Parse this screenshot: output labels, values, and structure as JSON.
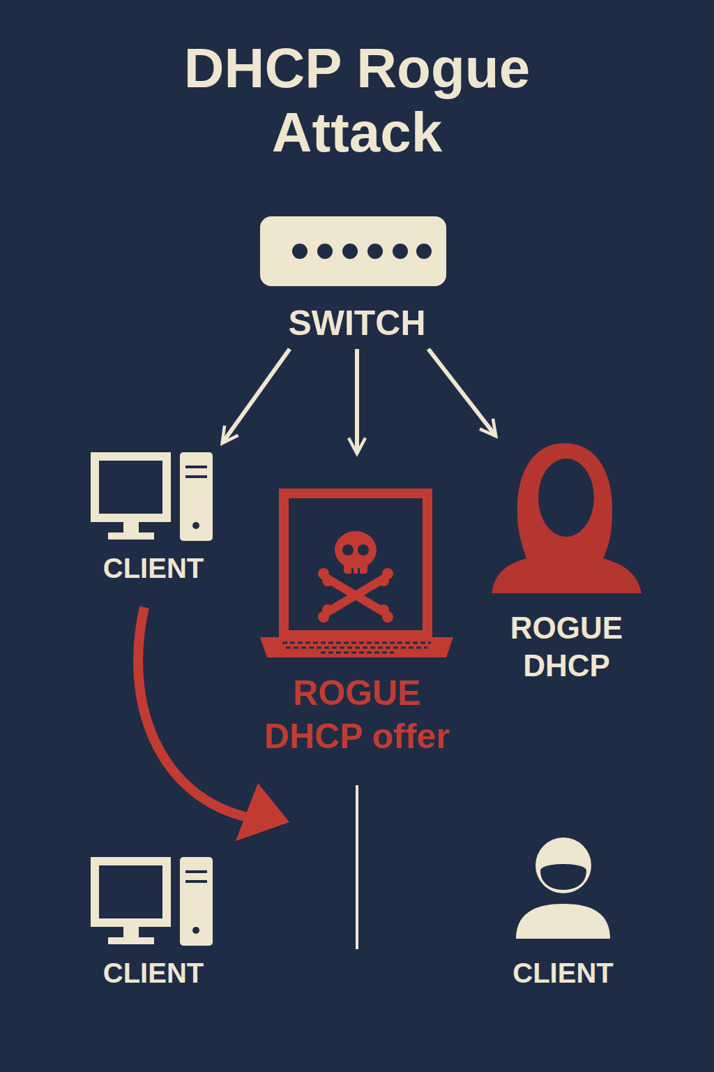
{
  "diagram": {
    "title": "DHCP Rogue Attack",
    "nodes": [
      {
        "text": [
          "SWITCH"
        ]
      },
      {
        "text": [
          "CLIENT"
        ]
      },
      {
        "text": [
          "ROGUE DHCP offer"
        ]
      },
      {
        "text": [
          "ROGUE DHCP"
        ]
      },
      {
        "text": [
          "CLIENT"
        ]
      },
      {
        "text": [
          "CLIENT"
        ]
      }
    ],
    "edges": [
      {
        "from": 0,
        "to": 1,
        "arrow": "to"
      },
      {
        "from": 0,
        "to": 2,
        "arrow": "to"
      },
      {
        "from": 0,
        "to": 3,
        "arrow": "to"
      }
    ]
  }
}
